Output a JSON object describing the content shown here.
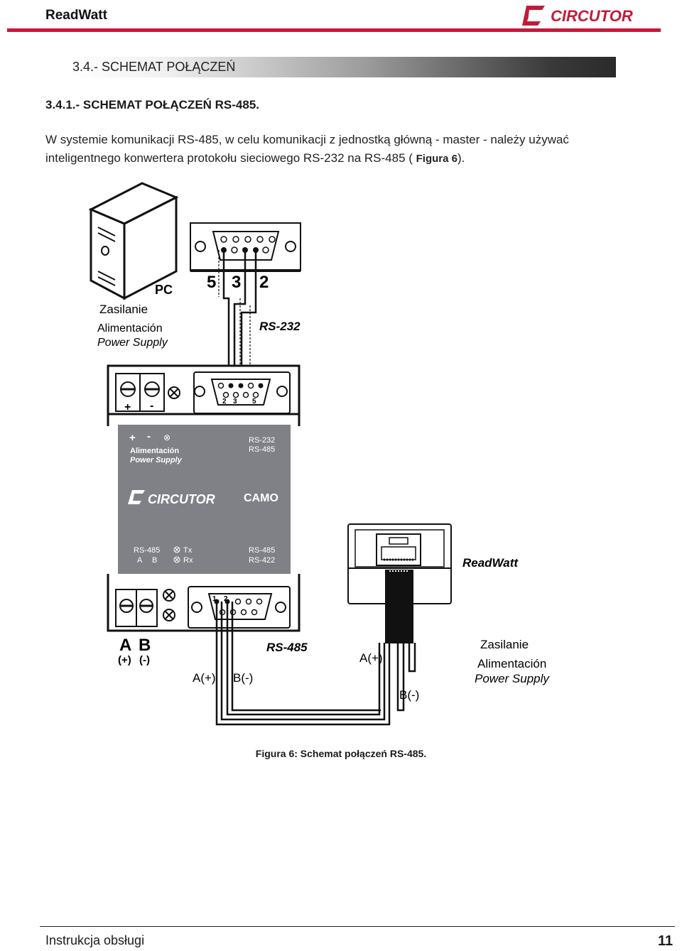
{
  "header": {
    "title": "ReadWatt",
    "logo_text": "CIRCUTOR",
    "accent_color": "#c41a3a"
  },
  "section": {
    "title": "3.4.- SCHEMAT POŁĄCZEŃ"
  },
  "subsection": {
    "title": "3.4.1.- SCHEMAT POŁĄCZEŃ RS-485."
  },
  "paragraph": {
    "text": "W systemie komunikacji RS-485, w celu komunikacji z jednostką główną - master - należy używać inteligentnego konwertera protokołu sieciowego RS-232 na RS-485 ( ",
    "figure_ref": "Figura 6",
    "after": ")."
  },
  "diagram": {
    "pc_label": "PC",
    "pc_power": [
      "Zasilanie",
      "Alimentación",
      "Power Supply"
    ],
    "db9_top_pins": [
      "5",
      "3",
      "2"
    ],
    "rs232_label": "RS-232",
    "converter_top_terminals": [
      "+",
      "-"
    ],
    "converter_top_db9_pins": [
      "2",
      "3",
      "5"
    ],
    "panel": {
      "row1": [
        "+",
        "-",
        "⊗"
      ],
      "power_label": [
        "Alimentación",
        "Power Supply"
      ],
      "ports_top": [
        "RS-232",
        "RS-485"
      ],
      "logo_text": "CIRCUTOR",
      "model": "CAMO",
      "rs485_label": "RS-485",
      "ab_label": [
        "A",
        "B"
      ],
      "tx": "Tx",
      "rx": "Rx",
      "ports_bottom": [
        "RS-485",
        "RS-422"
      ]
    },
    "converter_bottom_db9_pins": [
      "1",
      "2"
    ],
    "ab_big": [
      "A",
      "B"
    ],
    "ab_signs": [
      "(+)",
      "(-)"
    ],
    "wire_labels_left": [
      "A(+)",
      "B(-)"
    ],
    "rs485_label": "RS-485",
    "readwatt_label": "ReadWatt",
    "wire_label_a": "A(+)",
    "wire_label_b": "B(-)",
    "readwatt_power": [
      "Zasilanie",
      "Alimentación",
      "Power Supply"
    ]
  },
  "caption": "Figura 6: Schemat połączeń RS-485.",
  "footer": {
    "left": "Instrukcja obsługi",
    "page": "11"
  }
}
